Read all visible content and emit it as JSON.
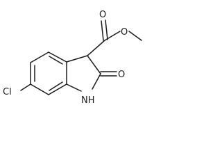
{
  "molecule": {
    "atoms": {
      "chlorine": "Cl",
      "amine": "NH",
      "ketone_oxygen": "O",
      "ester_carbonyl_oxygen": "O",
      "ester_ether_oxygen": "O"
    }
  },
  "colors": {
    "bond": "#1a1a1a",
    "background": "#ffffff"
  }
}
